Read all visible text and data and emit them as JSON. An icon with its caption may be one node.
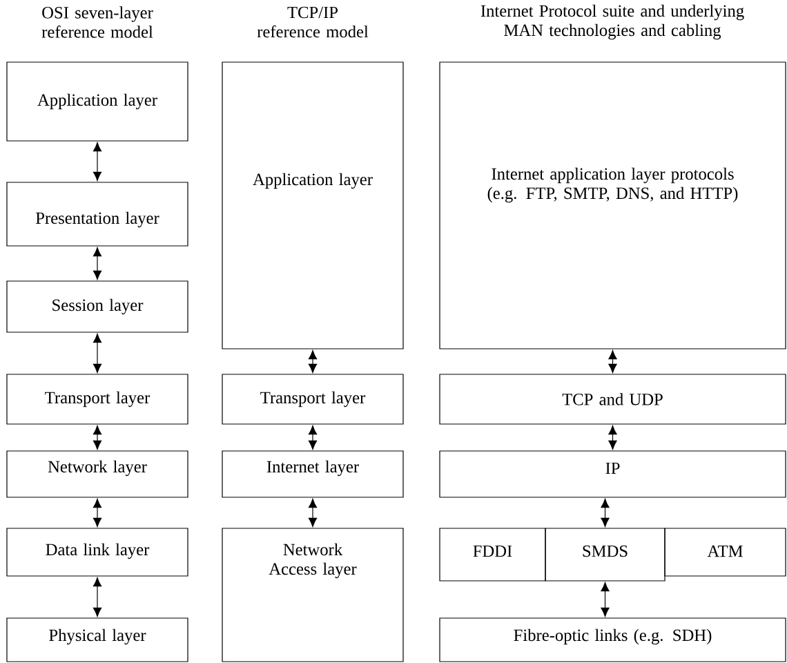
{
  "diagram": {
    "nodes": [
      {
        "text": [
          "Application layer"
        ]
      },
      {
        "text": [
          "Presentation layer"
        ]
      },
      {
        "text": [
          "Session layer"
        ]
      },
      {
        "text": [
          "Transport layer"
        ]
      },
      {
        "text": [
          "Network layer"
        ]
      },
      {
        "text": [
          "Data link layer"
        ]
      },
      {
        "text": [
          "Physical layer"
        ]
      },
      {
        "text": [
          "Application layer"
        ]
      },
      {
        "text": [
          "Transport layer"
        ]
      },
      {
        "text": [
          "Internet layer"
        ]
      },
      {
        "text": [
          "Network Access layer"
        ]
      },
      {
        "text": [
          "Internet application layer protocols (e.g. FTP, SMTP, DNS, and HTTP)"
        ]
      },
      {
        "text": [
          "TCP and UDP"
        ]
      },
      {
        "text": [
          "IP"
        ]
      },
      {
        "text": [
          "FDDI"
        ]
      },
      {
        "text": [
          "SMDS"
        ]
      },
      {
        "text": [
          "ATM"
        ]
      },
      {
        "text": [
          "Fibre-optic links (e.g. SDH)"
        ]
      }
    ],
    "edges": [
      {
        "from": 0,
        "to": 1,
        "arrow": "both"
      },
      {
        "from": 1,
        "to": 2,
        "arrow": "both"
      },
      {
        "from": 2,
        "to": 3,
        "arrow": "both"
      },
      {
        "from": 3,
        "to": 4,
        "arrow": "both"
      },
      {
        "from": 4,
        "to": 5,
        "arrow": "both"
      },
      {
        "from": 5,
        "to": 6,
        "arrow": "both"
      },
      {
        "from": 7,
        "to": 8,
        "arrow": "both"
      },
      {
        "from": 8,
        "to": 9,
        "arrow": "both"
      },
      {
        "from": 9,
        "to": 10,
        "arrow": "both"
      },
      {
        "from": 11,
        "to": 12,
        "arrow": "both"
      },
      {
        "from": 12,
        "to": 13,
        "arrow": "both"
      },
      {
        "from": 13,
        "to": 15,
        "arrow": "both"
      },
      {
        "from": 15,
        "to": 17,
        "arrow": "both"
      }
    ],
    "labels": [
      "OSI seven-layer reference model",
      "TCP/IP reference model",
      "Internet Protocol suite and underlying MAN technologies and cabling"
    ]
  }
}
